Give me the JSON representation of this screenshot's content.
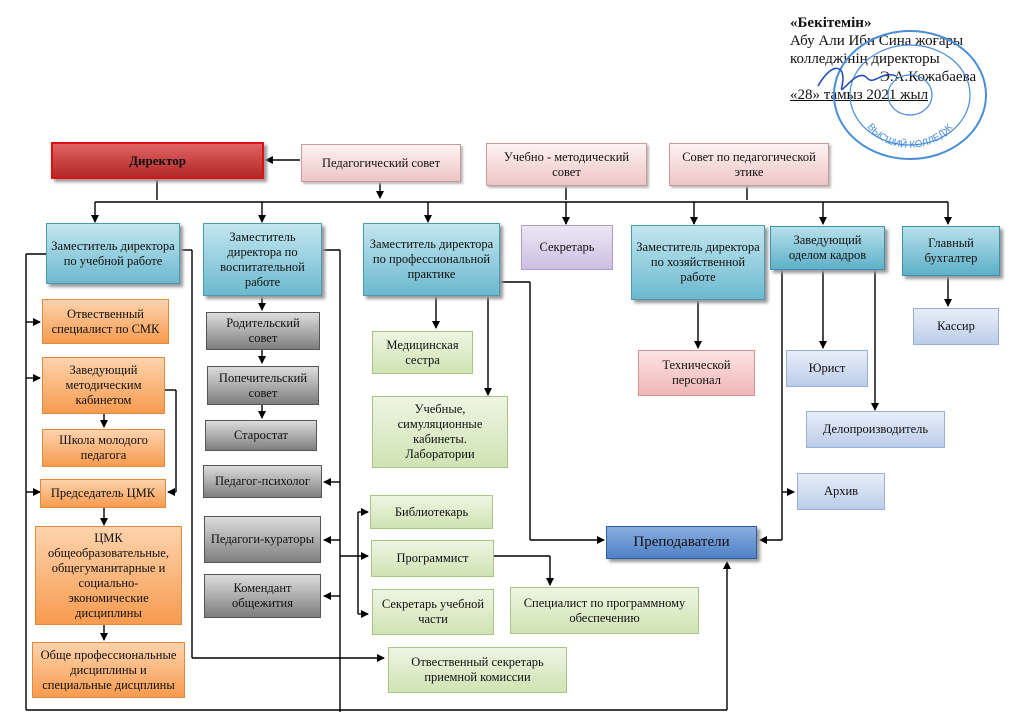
{
  "approval": {
    "title": "«Бекітемін»",
    "line1": "Абу Али Ибн Сина жоғары",
    "line2": "колледжінің директоры",
    "line3": "Э.А.Кожабаева",
    "line4": "«28» тамыз 2021 жыл"
  },
  "stamp_text": "ВЫСШИЙ КОЛЛЕДЖ",
  "nodes": {
    "director": "Директор",
    "ped_council": "Педагогический совет",
    "method_council": "Учебно - методический совет",
    "ethics_council": "Совет по педагогической этике",
    "deputy_study": "Заместитель директора по учебной работе",
    "deputy_upbringing": "Заместитель директора по воспитательной работе",
    "deputy_practice": "Заместитель директора по профессиональной практике",
    "secretary": "Секретарь",
    "deputy_economic": "Заместитель директора по хозяйственной работе",
    "hr_head": "Заведующий оделом кадров",
    "chief_accountant": "Главный бухгалтер",
    "smk": "Отвественный специалист по СМК",
    "method_head": "Заведующий методическим кабинетом",
    "young_teacher": "Школа молодого педагога",
    "cmk_chair": "Председатель ЦМК",
    "cmk_general": "ЦМК общеобразовательные, общегуманитарные и социально-экономические дисциплины",
    "prof_disciplines": "Обще профессиональные дисциплины и специальные дисцплины",
    "parents_council": "Родительский совет",
    "trustees_council": "Попечительский совет",
    "starostat": "Старостат",
    "psychologist": "Педагог-психолог",
    "curators": "Педагоги-кураторы",
    "dorm_commandant": "Комендант общежития",
    "nurse": "Медицинская сестра",
    "sim_rooms": "Учебные, симуляционные кабинеты. Лаборатории",
    "librarian": "Библиотекарь",
    "programmer": "Программист",
    "study_secretary": "Секретарь учебной части",
    "admission_secretary": "Отвественный секретарь приемной комиссии",
    "software_specialist": "Специалист по программному обеспечению",
    "teachers": "Преподаватели",
    "tech_staff": "Технической персонал",
    "lawyer": "Юрист",
    "clerk": "Делопроизводитель",
    "archive": "Архив",
    "cashier": "Кассир"
  },
  "colors": {
    "director_fill": "#c33a3a",
    "council_fill": "#f4dede",
    "deputy_fill": "#7cc2d6",
    "orange_fill": "#f8a35c",
    "gray_fill": "#9a9a9a",
    "green_fill": "#d8e9c2",
    "teachers_fill": "#5b88cc"
  }
}
